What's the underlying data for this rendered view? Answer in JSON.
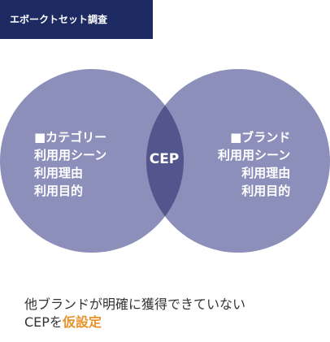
{
  "header": {
    "tab_label": "エボークトセット調査"
  },
  "venn": {
    "left": {
      "heading": "■カテゴリー",
      "lines": [
        "利用用シーン",
        "利用理由",
        "利用目的"
      ]
    },
    "right": {
      "heading": "■ブランド",
      "lines": [
        "利用用シーン",
        "利用理由",
        "利用目的"
      ]
    },
    "center": "CEP"
  },
  "caption": {
    "line1": "他ブランドが明確に獲得できていない",
    "line2_prefix": "CEPを",
    "line2_highlight": "仮設定"
  },
  "colors": {
    "tab_bg": "#1e2b63",
    "circle": "#8b8fba",
    "overlap": "#53568d",
    "highlight": "#e8922b"
  }
}
